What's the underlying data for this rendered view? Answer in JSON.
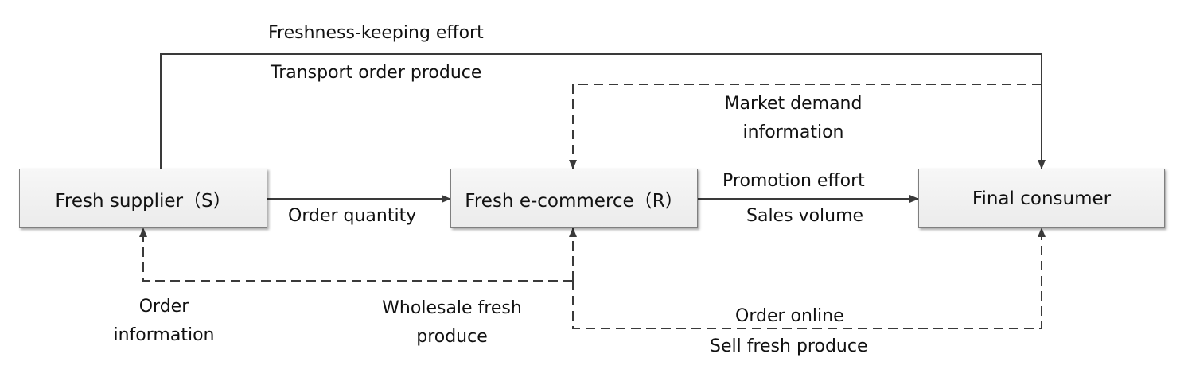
{
  "nodes": {
    "supplier": "Fresh supplier（S）",
    "ecommerce": "Fresh e-commerce（R）",
    "consumer": "Final consumer"
  },
  "labels": {
    "freshness_effort": "Freshness-keeping effort",
    "transport_order": "Transport order produce",
    "market_demand_1": "Market demand",
    "market_demand_2": "information",
    "promotion_effort": "Promotion effort",
    "sales_volume": "Sales volume",
    "order_quantity": "Order quantity",
    "order_info_1": "Order",
    "order_info_2": "information",
    "wholesale_1": "Wholesale fresh",
    "wholesale_2": "produce",
    "order_online": "Order online",
    "sell_fresh": "Sell fresh produce"
  },
  "colors": {
    "line": "#3a3a3a",
    "box_border": "#7f7f7f"
  }
}
